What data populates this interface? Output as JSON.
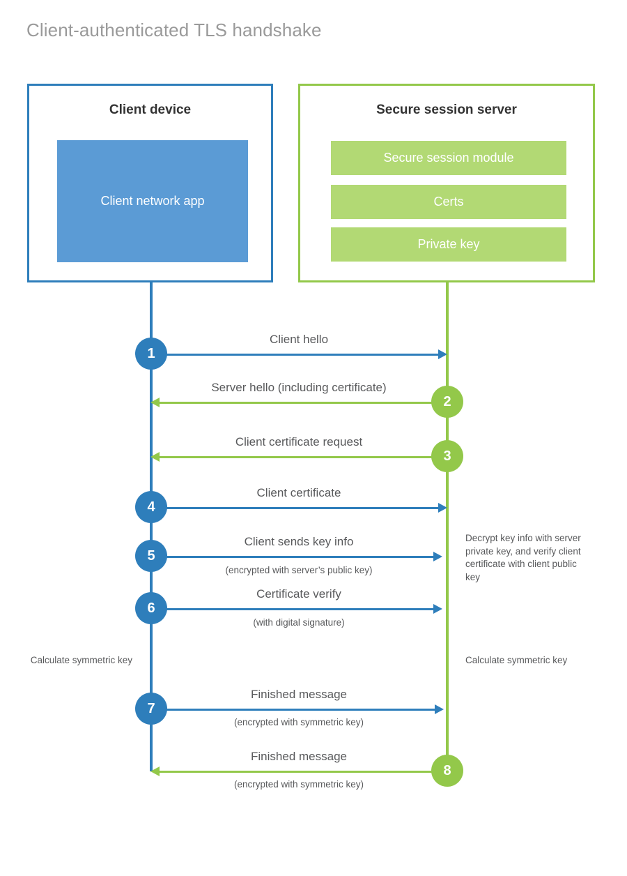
{
  "diagram": {
    "title": "Client-authenticated TLS handshake",
    "colors": {
      "blue": "#2e7ebb",
      "blue_fill": "#5b9bd5",
      "green": "#93c84a",
      "green_fill": "#b2d974",
      "title_gray": "#9a9a9a",
      "text_gray": "#58595b",
      "heading_dark": "#333333"
    }
  },
  "actors": {
    "client": {
      "title": "Client device",
      "blocks": [
        {
          "label": "Client network app"
        }
      ]
    },
    "server": {
      "title": "Secure session server",
      "blocks": [
        {
          "label": "Secure session module"
        },
        {
          "label": "Certs"
        },
        {
          "label": "Private key"
        }
      ]
    }
  },
  "messages": [
    {
      "number": "1",
      "label": "Client hello",
      "sublabel": "",
      "direction": "right",
      "color": "blue"
    },
    {
      "number": "2",
      "label": "Server hello (including certificate)",
      "sublabel": "",
      "direction": "left",
      "color": "green"
    },
    {
      "number": "3",
      "label": "Client certificate request",
      "sublabel": "",
      "direction": "left",
      "color": "green"
    },
    {
      "number": "4",
      "label": "Client certificate",
      "sublabel": "",
      "direction": "right",
      "color": "blue"
    },
    {
      "number": "5",
      "label": "Client sends key info",
      "sublabel": "(encrypted with server’s public key)",
      "direction": "right",
      "color": "blue"
    },
    {
      "number": "6",
      "label": "Certificate verify",
      "sublabel": "(with digital signature)",
      "direction": "right",
      "color": "blue"
    },
    {
      "number": "7",
      "label": "Finished message",
      "sublabel": "(encrypted with symmetric key)",
      "direction": "right",
      "color": "blue"
    },
    {
      "number": "8",
      "label": "Finished message",
      "sublabel": "(encrypted with symmetric key)",
      "direction": "left",
      "color": "green"
    }
  ],
  "notes": {
    "server_decrypt": "Decrypt key info with server private key, and verify client certificate with client public key",
    "client_calculate": "Calculate symmetric key",
    "server_calculate": "Calculate symmetric key"
  }
}
